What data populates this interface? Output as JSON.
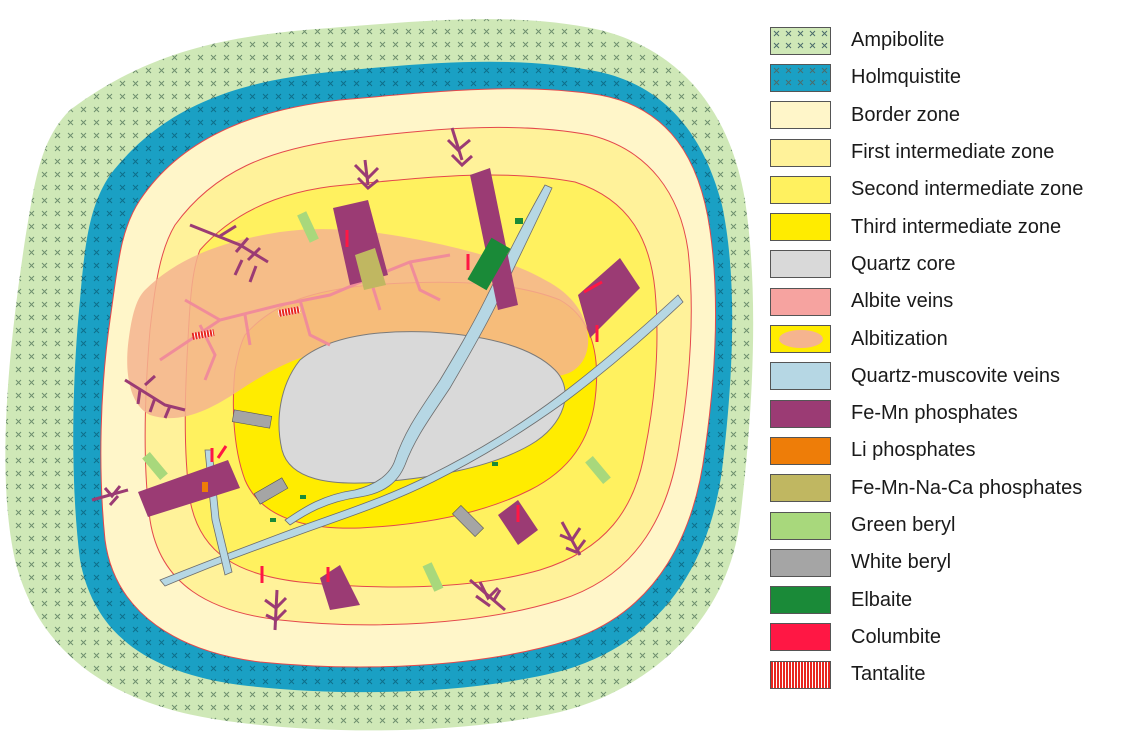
{
  "colors": {
    "ampibolite": "#cfe8b7",
    "holmquistite": "#1aa0c4",
    "border_zone": "#fff6c9",
    "first_intermediate": "#fff29a",
    "second_intermediate": "#fff15f",
    "third_intermediate": "#ffec00",
    "quartz_core": "#d9d9d9",
    "albite_veins": "#f6a3a0",
    "albitization": "#f5b48f",
    "quartz_muscovite": "#b6d7e4",
    "fe_mn_phosphates": "#9b3b74",
    "li_phosphates": "#ee7d08",
    "fe_mn_na_ca": "#c0b761",
    "green_beryl": "#a8d87c",
    "white_beryl": "#a5a5a5",
    "elbaite": "#1a8a38",
    "columbite": "#ff1744",
    "tantalite": "#e8261f",
    "zone_line": "#e4484c"
  },
  "legend": [
    {
      "label": "Ampibolite",
      "swatch": "ampibolite",
      "icon": "crosshatch-pattern"
    },
    {
      "label": "Holmquistite",
      "swatch": "holmquistite",
      "icon": "crosshatch-pattern"
    },
    {
      "label": "Border zone",
      "swatch": "border_zone",
      "icon": "solid"
    },
    {
      "label": "First intermediate zone",
      "swatch": "first_intermediate",
      "icon": "solid"
    },
    {
      "label": "Second intermediate zone",
      "swatch": "second_intermediate",
      "icon": "solid"
    },
    {
      "label": "Third intermediate zone",
      "swatch": "third_intermediate",
      "icon": "solid"
    },
    {
      "label": "Quartz core",
      "swatch": "quartz_core",
      "icon": "solid"
    },
    {
      "label": "Albite veins",
      "swatch": "albite_veins",
      "icon": "solid"
    },
    {
      "label": "Albitization",
      "swatch": "third_intermediate",
      "icon": "blob-overlay"
    },
    {
      "label": "Quartz-muscovite veins",
      "swatch": "quartz_muscovite",
      "icon": "solid"
    },
    {
      "label": "Fe-Mn phosphates",
      "swatch": "fe_mn_phosphates",
      "icon": "solid"
    },
    {
      "label": "Li phosphates",
      "swatch": "li_phosphates",
      "icon": "solid"
    },
    {
      "label": "Fe-Mn-Na-Ca phosphates",
      "swatch": "fe_mn_na_ca",
      "icon": "solid"
    },
    {
      "label": "Green beryl",
      "swatch": "green_beryl",
      "icon": "solid"
    },
    {
      "label": "White beryl",
      "swatch": "white_beryl",
      "icon": "solid"
    },
    {
      "label": "Elbaite",
      "swatch": "elbaite",
      "icon": "solid"
    },
    {
      "label": "Columbite",
      "swatch": "columbite",
      "icon": "solid"
    },
    {
      "label": "Tantalite",
      "swatch": "tantalite",
      "icon": "stripe-pattern"
    }
  ]
}
